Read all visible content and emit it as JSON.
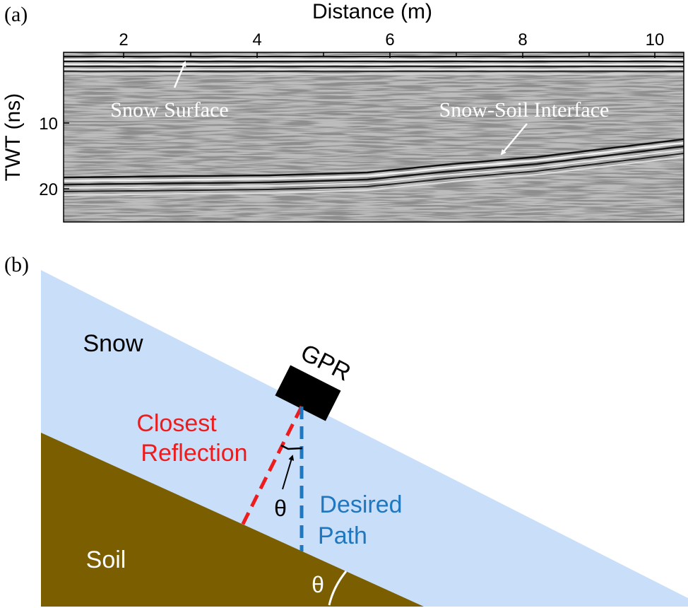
{
  "panel_a": {
    "label": "(a)",
    "xlabel": "Distance (m)",
    "ylabel": "TWT (ns)",
    "x_ticks": [
      "2",
      "4",
      "6",
      "8",
      "10"
    ],
    "y_ticks": [
      "10",
      "20"
    ],
    "annotation_surface": "Snow Surface",
    "annotation_interface": "Snow-Soil Interface"
  },
  "panel_b": {
    "label": "(b)",
    "snow_label": "Snow",
    "soil_label": "Soil",
    "gpr_label": "GPR",
    "closest_reflection_line1": "Closest",
    "closest_reflection_line2": "Reflection",
    "desired_path_line1": "Desired",
    "desired_path_line2": "Path",
    "theta_inner": "θ",
    "theta_slope": "θ",
    "colors": {
      "snow": "#c9def8",
      "soil": "#7a5e00",
      "closest": "#ee1c1c",
      "desired": "#1f77c0"
    }
  }
}
